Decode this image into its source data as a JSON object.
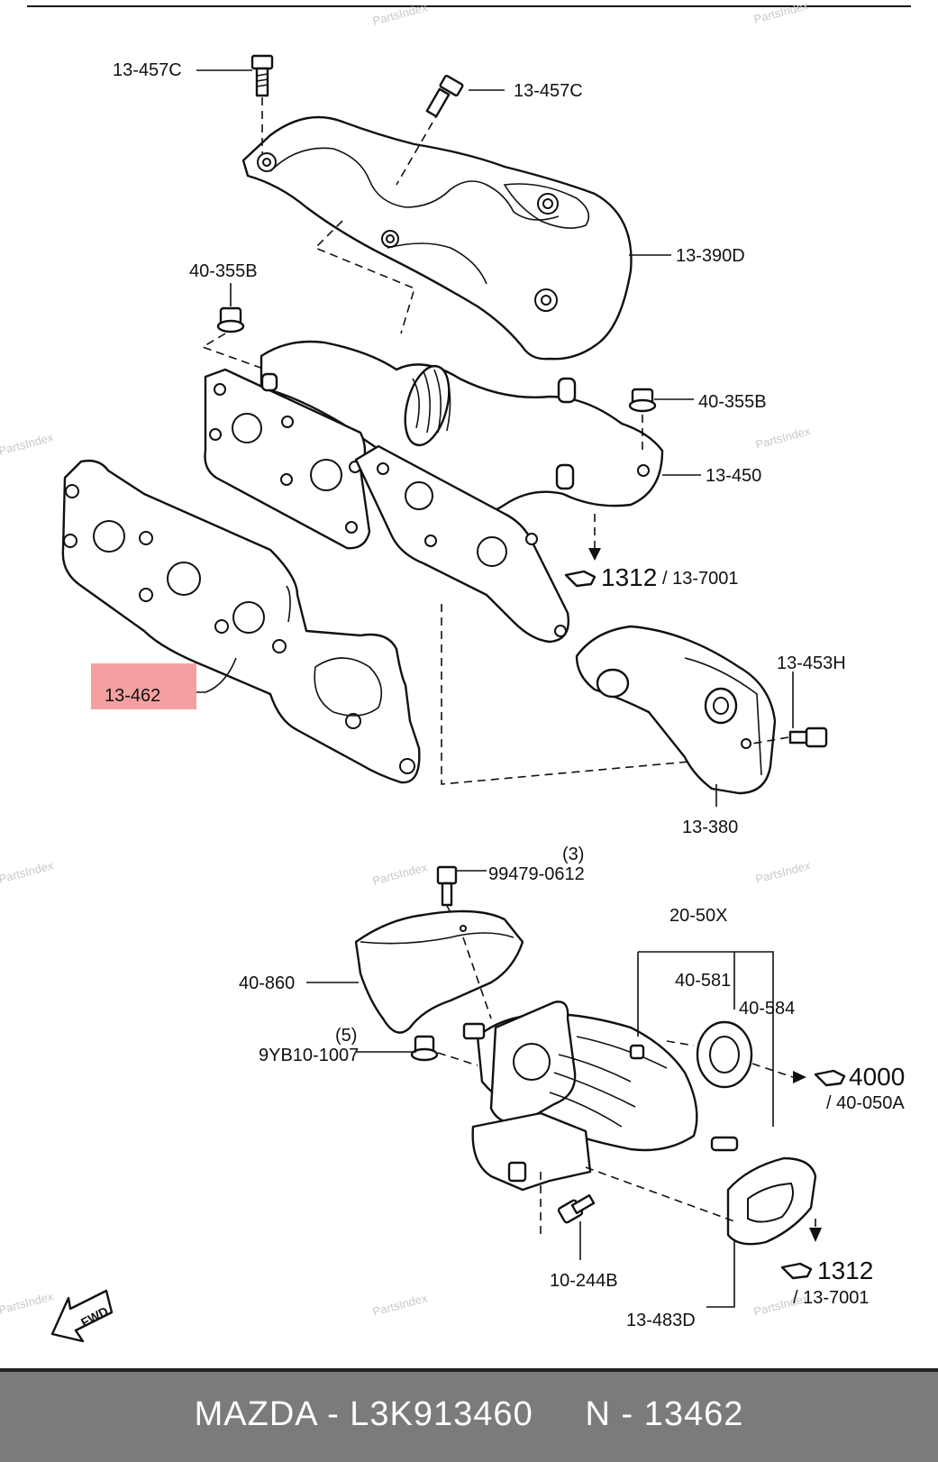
{
  "watermark": "PartsIndex",
  "labels": {
    "bolt_top_left": "13-457C",
    "bolt_top_right": "13-457C",
    "heat_shield_upper": "13-390D",
    "nut_left": "40-355B",
    "nut_right": "40-355B",
    "manifold": "13-450",
    "ref_1312_a": "1312",
    "ref_13_7001_a": "/ 13-7001",
    "gasket_highlighted": "13-462",
    "bracket_bolt": "13-453H",
    "bracket": "13-380",
    "bolt_99479_qty": "(3)",
    "bolt_99479": "99479-0612",
    "assembly": "20-50X",
    "converter_part": "40-581",
    "converter_gasket": "40-584",
    "heat_shield_lower": "40-860",
    "nut_9yb_qty": "(5)",
    "nut_9yb": "9YB10-1007",
    "ref_4000": "4000",
    "ref_40_050a": "/ 40-050A",
    "ref_1312_b": "1312",
    "ref_13_7001_b": "/ 13-7001",
    "bolt_10_244b": "10-244B",
    "gasket_13_483d": "13-483D",
    "fwd": "FWD"
  },
  "highlight_color": "#f4a0a0",
  "footer": {
    "text": "MAZDA - L3K913460     N - 13462"
  }
}
